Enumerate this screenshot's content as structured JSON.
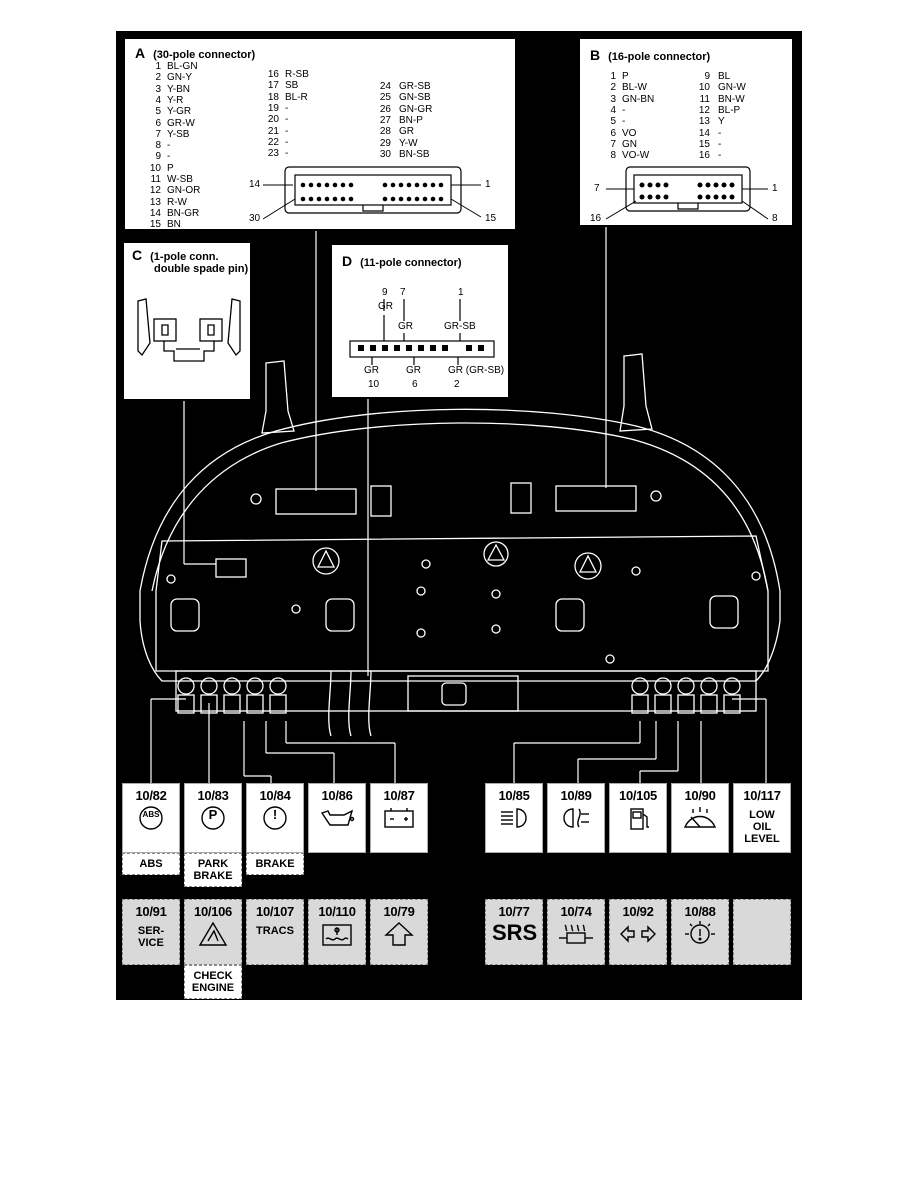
{
  "connector_a": {
    "letter": "A",
    "title": "(30-pole connector)",
    "pins_col1": [
      {
        "n": "1",
        "c": "BL-GN"
      },
      {
        "n": "2",
        "c": "GN-Y"
      },
      {
        "n": "3",
        "c": "Y-BN"
      },
      {
        "n": "4",
        "c": "Y-R"
      },
      {
        "n": "5",
        "c": "Y-GR"
      },
      {
        "n": "6",
        "c": "GR-W"
      },
      {
        "n": "7",
        "c": "Y-SB"
      },
      {
        "n": "8",
        "c": "-"
      },
      {
        "n": "9",
        "c": "-"
      },
      {
        "n": "10",
        "c": "P"
      },
      {
        "n": "11",
        "c": "W-SB"
      },
      {
        "n": "12",
        "c": "GN-OR"
      },
      {
        "n": "13",
        "c": "R-W"
      },
      {
        "n": "14",
        "c": "BN-GR"
      },
      {
        "n": "15",
        "c": "BN"
      }
    ],
    "pins_col2": [
      {
        "n": "16",
        "c": "R-SB"
      },
      {
        "n": "17",
        "c": "SB"
      },
      {
        "n": "18",
        "c": "BL-R"
      },
      {
        "n": "19",
        "c": "-"
      },
      {
        "n": "20",
        "c": "-"
      },
      {
        "n": "21",
        "c": "-"
      },
      {
        "n": "22",
        "c": "-"
      },
      {
        "n": "23",
        "c": "-"
      }
    ],
    "pins_col3": [
      {
        "n": "24",
        "c": "GR-SB"
      },
      {
        "n": "25",
        "c": "GN-SB"
      },
      {
        "n": "26",
        "c": "GN-GR"
      },
      {
        "n": "27",
        "c": "BN-P"
      },
      {
        "n": "28",
        "c": "GR"
      },
      {
        "n": "29",
        "c": "Y-W"
      },
      {
        "n": "30",
        "c": "BN-SB"
      }
    ],
    "pin_labels": {
      "left_top": "14",
      "left_bottom": "30",
      "right_top": "1",
      "right_bottom": "15"
    }
  },
  "connector_b": {
    "letter": "B",
    "title": "(16-pole connector)",
    "pins_col1": [
      {
        "n": "1",
        "c": "P"
      },
      {
        "n": "2",
        "c": "BL-W"
      },
      {
        "n": "3",
        "c": "GN-BN"
      },
      {
        "n": "4",
        "c": "-"
      },
      {
        "n": "5",
        "c": "-"
      },
      {
        "n": "6",
        "c": "VO"
      },
      {
        "n": "7",
        "c": "GN"
      },
      {
        "n": "8",
        "c": "VO-W"
      }
    ],
    "pins_col2": [
      {
        "n": "9",
        "c": "BL"
      },
      {
        "n": "10",
        "c": "GN-W"
      },
      {
        "n": "11",
        "c": "BN-W"
      },
      {
        "n": "12",
        "c": "BL-P"
      },
      {
        "n": "13",
        "c": "Y"
      },
      {
        "n": "14",
        "c": "-"
      },
      {
        "n": "15",
        "c": "-"
      },
      {
        "n": "16",
        "c": "-"
      }
    ],
    "pin_labels": {
      "left_top": "7",
      "left_bottom": "16",
      "right_top": "1",
      "right_bottom": "8"
    }
  },
  "connector_c": {
    "letter": "C",
    "title_line1": "(1-pole conn.",
    "title_line2": "double spade pin)"
  },
  "connector_d": {
    "letter": "D",
    "title": "(11-pole connector)",
    "top_numbers": {
      "a": "9",
      "b": "7",
      "c": "1"
    },
    "top_colors": {
      "a": "GR",
      "b": "GR",
      "c": "GR-SB"
    },
    "bottom_colors": {
      "a": "GR",
      "b": "GR",
      "c": "GR (GR-SB)"
    },
    "bottom_numbers": {
      "a": "10",
      "b": "6",
      "c": "2"
    }
  },
  "indicators_row1": [
    {
      "code": "10/82",
      "icon": "abs-icon",
      "sym": "ABS",
      "sub": "ABS"
    },
    {
      "code": "10/83",
      "icon": "parking-brake-icon",
      "sym": "P",
      "sub": "PARK BRAKE"
    },
    {
      "code": "10/84",
      "icon": "brake-warning-icon",
      "sym": "!",
      "sub": "BRAKE"
    },
    {
      "code": "10/86",
      "icon": "oil-can-icon"
    },
    {
      "code": "10/87",
      "icon": "battery-icon"
    },
    {
      "code": "10/85",
      "icon": "high-beam-icon"
    },
    {
      "code": "10/89",
      "icon": "rear-fog-icon"
    },
    {
      "code": "10/105",
      "icon": "fuel-pump-icon"
    },
    {
      "code": "10/90",
      "icon": "washer-icon"
    },
    {
      "code": "10/117",
      "icon": "",
      "text": "LOW OIL LEVEL"
    }
  ],
  "indicators_row2": [
    {
      "code": "10/91",
      "text": "SER- VICE"
    },
    {
      "code": "10/106",
      "icon": "check-engine-icon",
      "sub": "CHECK ENGINE"
    },
    {
      "code": "10/107",
      "text": "TRACS"
    },
    {
      "code": "10/110",
      "icon": "coolant-icon"
    },
    {
      "code": "10/79",
      "icon": "up-arrow-icon"
    },
    {
      "code": "10/77",
      "text": "SRS"
    },
    {
      "code": "10/74",
      "icon": "glow-plug-icon"
    },
    {
      "code": "10/92",
      "icon": "turn-signal-icon"
    },
    {
      "code": "10/88",
      "icon": "bulb-failure-icon"
    },
    {
      "code": ""
    }
  ],
  "colors": {
    "background": "#000000",
    "box": "#ffffff",
    "line": "#ffffff"
  }
}
